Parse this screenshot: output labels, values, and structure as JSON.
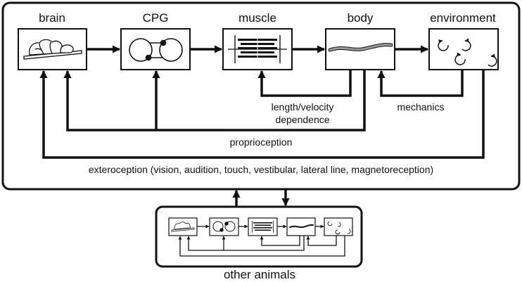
{
  "nodes": {
    "brain": "brain",
    "cpg": "CPG",
    "muscle": "muscle",
    "body": "body",
    "environment": "environment"
  },
  "feedback": {
    "length_velocity_line1": "length/velocity",
    "length_velocity_line2": "dependence",
    "mechanics": "mechanics",
    "proprioception": "proprioception",
    "exteroception": "exteroception (vision, audition, touch, vestibular, lateral line, magnetoreception)"
  },
  "other_animals": "other animals",
  "icons": [
    "brain-icon",
    "cpg-circuit-icon",
    "muscle-fiber-icon",
    "worm-body-icon",
    "flow-swirl-icon"
  ]
}
